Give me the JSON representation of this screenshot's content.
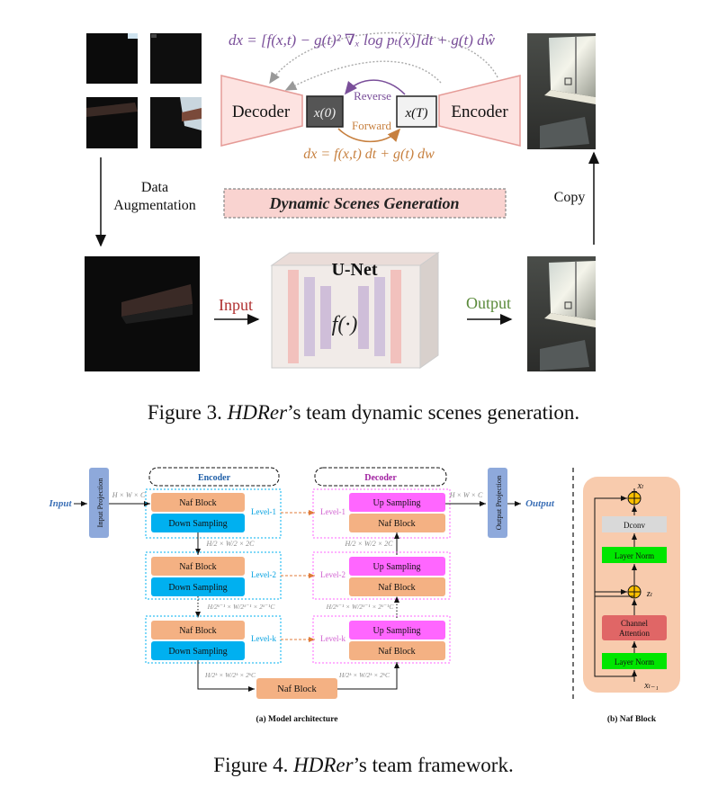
{
  "fig3": {
    "top_formula": "dx = [f(x,t) − g(t)² ∇ₓ log pₜ(x)]dt + g(t) dŵ",
    "bottom_formula": "dx = f(x,t) dt + g(t) dw",
    "decoder": "Decoder",
    "encoder": "Encoder",
    "x0": "x(0)",
    "xT": "x(T)",
    "reverse": "Reverse",
    "forward": "Forward",
    "data_aug_line1": "Data",
    "data_aug_line2": "Augmentation",
    "dyn_scenes": "Dynamic Scenes Generation",
    "copy": "Copy",
    "unet_title": "U-Net",
    "unet_func": "f(·)",
    "input": "Input",
    "output": "Output",
    "colors": {
      "purple": "#7a4f9a",
      "orange": "#c7803f",
      "pink_box": "#f9d3d0",
      "red_text": "#b03030",
      "green_text": "#5a8a3a"
    }
  },
  "caption3": {
    "prefix": "Figure 3. ",
    "name": "HDRer",
    "suffix": "’s team dynamic scenes generation."
  },
  "fig4": {
    "input": "Input",
    "output": "Output",
    "input_projection": "Input Projection",
    "output_projection": "Output Projection",
    "dim_in": "H × W × C",
    "dim_out": "H × W × C",
    "encoder": "Encoder",
    "decoder": "Decoder",
    "naf_block": "Naf Block",
    "down_sampling": "Down Sampling",
    "up_sampling": "Up Sampling",
    "level_1": "Level-1",
    "level_2": "Level-2",
    "level_k": "Level-k",
    "dim_1": "H/2 × W/2 × 2C",
    "dim_2": "H/2ᵏ⁻¹ × W/2ᵏ⁻¹ × 2ᵏ⁻¹C",
    "dim_k": "H/2ᵏ × W/2ᵏ × 2ᵏC",
    "bottleneck": "Naf Block",
    "sub_a": "(a) Model architecture",
    "sub_b": "(b) Naf Block",
    "naf": {
      "xl": "xₗ",
      "dconv": "Dconv",
      "layer_norm": "Layer Norm",
      "zl": "zₗ",
      "channel_attention_1": "Channel",
      "channel_attention_2": "Attention",
      "xl1": "xₗ₋₁"
    },
    "colors": {
      "naf": "#f4b183",
      "down": "#00b0f0",
      "up": "#ff66ff",
      "proj": "#8ea9db",
      "green": "#00e600",
      "red": "#e06666",
      "gray": "#d9d9d9",
      "yellow": "#ffc000"
    }
  },
  "caption4": {
    "prefix": "Figure 4. ",
    "name": "HDRer",
    "suffix": "’s team framework."
  }
}
